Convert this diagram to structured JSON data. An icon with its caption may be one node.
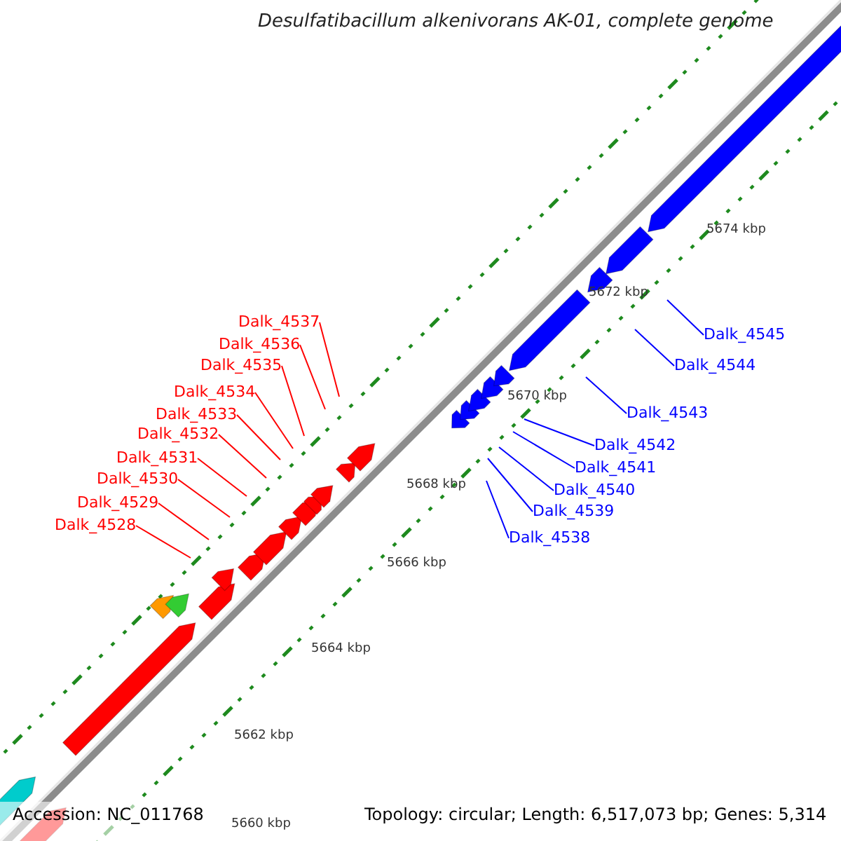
{
  "diagram": {
    "title": "Desulfatibacillum alkenivorans AK-01, complete genome",
    "nodes": [
      {
        "text": [
          "Dalk_4537"
        ]
      },
      {
        "text": [
          "Dalk_4536"
        ]
      },
      {
        "text": [
          "Dalk_4535"
        ]
      },
      {
        "text": [
          "Dalk_4534"
        ]
      },
      {
        "text": [
          "Dalk_4533"
        ]
      },
      {
        "text": [
          "Dalk_4532"
        ]
      },
      {
        "text": [
          "Dalk_4531"
        ]
      },
      {
        "text": [
          "Dalk_4530"
        ]
      },
      {
        "text": [
          "Dalk_4529"
        ]
      },
      {
        "text": [
          "Dalk_4528"
        ]
      },
      {
        "text": [
          "Dalk_4545"
        ]
      },
      {
        "text": [
          "Dalk_4544"
        ]
      },
      {
        "text": [
          "Dalk_4543"
        ]
      },
      {
        "text": [
          "Dalk_4542"
        ]
      },
      {
        "text": [
          "Dalk_4541"
        ]
      },
      {
        "text": [
          "Dalk_4540"
        ]
      },
      {
        "text": [
          "Dalk_4539"
        ]
      },
      {
        "text": [
          "Dalk_4538"
        ]
      }
    ],
    "edges": [
      {
        "from": 0,
        "to": null,
        "arrow": "none",
        "color": "#ff0000"
      },
      {
        "from": 1,
        "to": null,
        "arrow": "none",
        "color": "#ff0000"
      },
      {
        "from": 2,
        "to": null,
        "arrow": "none",
        "color": "#ff0000"
      },
      {
        "from": 3,
        "to": null,
        "arrow": "none",
        "color": "#ff0000"
      },
      {
        "from": 4,
        "to": null,
        "arrow": "none",
        "color": "#ff0000"
      },
      {
        "from": 5,
        "to": null,
        "arrow": "none",
        "color": "#ff0000"
      },
      {
        "from": 6,
        "to": null,
        "arrow": "none",
        "color": "#ff0000"
      },
      {
        "from": 7,
        "to": null,
        "arrow": "none",
        "color": "#ff0000"
      },
      {
        "from": 8,
        "to": null,
        "arrow": "none",
        "color": "#ff0000"
      },
      {
        "from": 9,
        "to": null,
        "arrow": "none",
        "color": "#ff0000"
      },
      {
        "from": 10,
        "to": null,
        "arrow": "none",
        "color": "#0000ff"
      },
      {
        "from": 11,
        "to": null,
        "arrow": "none",
        "color": "#0000ff"
      },
      {
        "from": 12,
        "to": null,
        "arrow": "none",
        "color": "#0000ff"
      },
      {
        "from": 13,
        "to": null,
        "arrow": "none",
        "color": "#0000ff"
      },
      {
        "from": 14,
        "to": null,
        "arrow": "none",
        "color": "#0000ff"
      },
      {
        "from": 15,
        "to": null,
        "arrow": "none",
        "color": "#0000ff"
      },
      {
        "from": 16,
        "to": null,
        "arrow": "none",
        "color": "#0000ff"
      },
      {
        "from": 17,
        "to": null,
        "arrow": "none",
        "color": "#0000ff"
      }
    ],
    "labels": [
      "5674 kbp",
      "5672 kbp",
      "5670 kbp",
      "5668 kbp",
      "5666 kbp",
      "5664 kbp",
      "5662 kbp",
      "5660 kbp",
      "Accession: NC_011768",
      "Topology: circular; Length: 6,517,073 bp; Genes: 5,314"
    ]
  }
}
